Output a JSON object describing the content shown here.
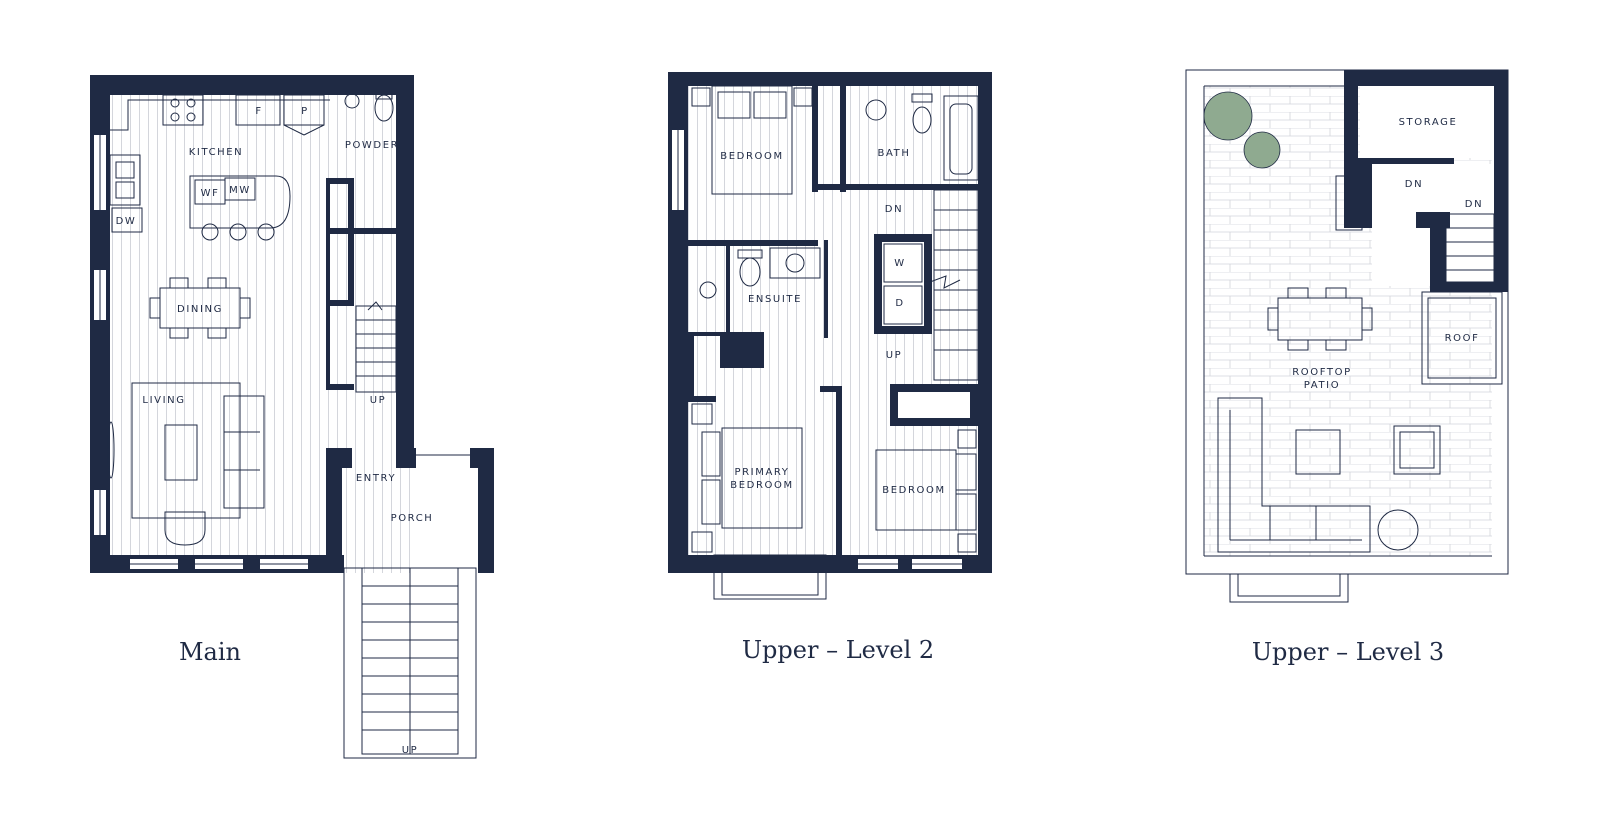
{
  "levels": {
    "main": {
      "title": "Main",
      "rooms": {
        "kitchen": "KITCHEN",
        "powder": "POWDER",
        "dining": "DINING",
        "living": "LIVING",
        "entry": "ENTRY",
        "porch": "PORCH"
      },
      "fixtures": {
        "fridge": "F",
        "pantry": "P",
        "wine_fridge": "WF",
        "microwave": "MW",
        "dishwasher": "DW"
      },
      "stairs": {
        "inside_up": "UP",
        "porch_up": "UP"
      }
    },
    "level2": {
      "title": "Upper – Level 2",
      "rooms": {
        "bedroom_1": "BEDROOM",
        "bath": "BATH",
        "ensuite": "ENSUITE",
        "primary_line1": "PRIMARY",
        "primary_line2": "BEDROOM",
        "bedroom_2": "BEDROOM"
      },
      "fixtures": {
        "washer": "W",
        "dryer": "D"
      },
      "stairs": {
        "down": "DN",
        "up": "UP"
      }
    },
    "level3": {
      "title": "Upper – Level 3",
      "rooms": {
        "storage": "STORAGE",
        "roof": "ROOF",
        "patio_line1": "ROOFTOP",
        "patio_line2": "PATIO"
      },
      "stairs": {
        "down_1": "DN",
        "down_2": "DN"
      }
    }
  },
  "colors": {
    "wall": "#1f2a44",
    "plant": "#8faa90",
    "floor_lines": "#c9ccd3"
  }
}
